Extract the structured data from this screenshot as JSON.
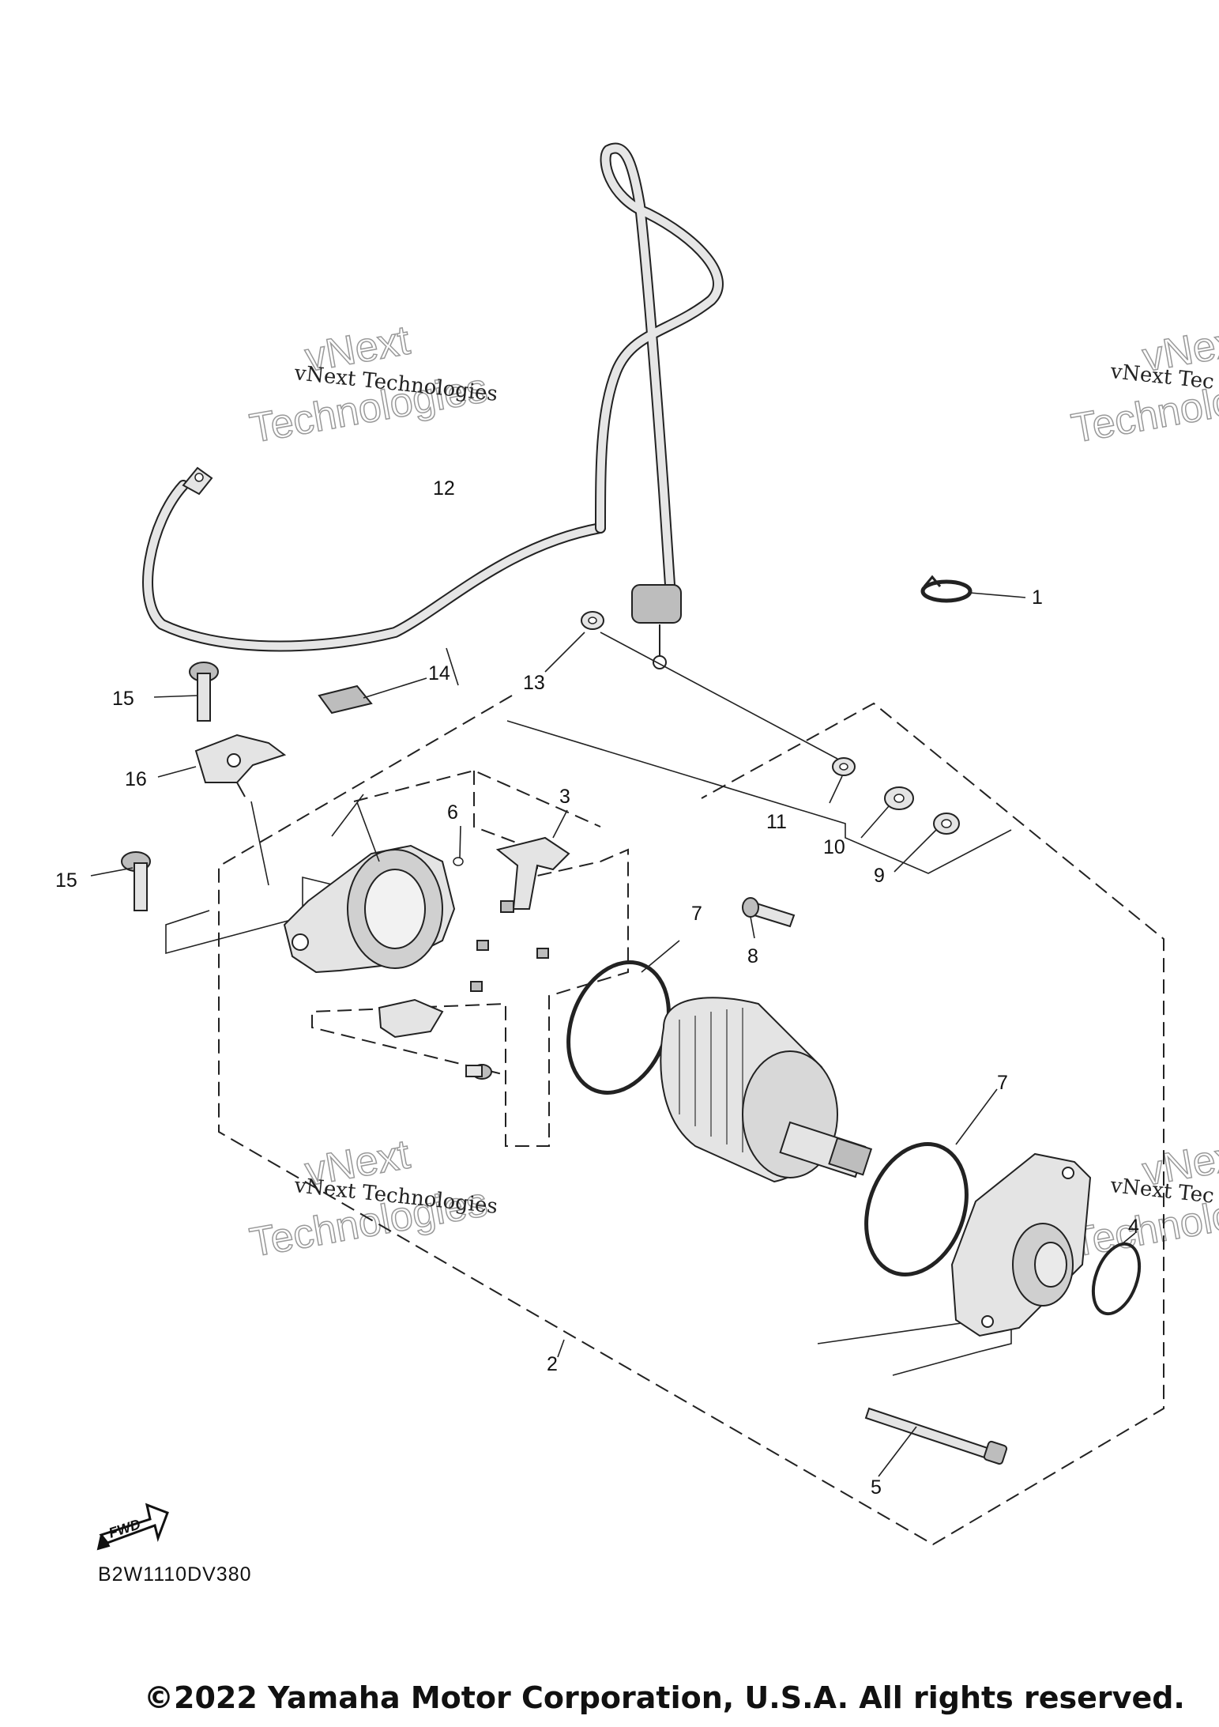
{
  "callouts": [
    "1",
    "2",
    "3",
    "4",
    "5",
    "6",
    "7",
    "7",
    "8",
    "9",
    "10",
    "11",
    "12",
    "13",
    "14",
    "15",
    "15",
    "16"
  ],
  "watermark": {
    "line1": "vNext Technologies",
    "line2": "vNext",
    "line3": "Technologies",
    "line1_cut": "vNext Tec",
    "line2_cut": "vNext",
    "line3_cut": "Technolo"
  },
  "fwd_label": "FWD",
  "diagram_code": "B2W1110DV380",
  "copyright": "©2022 Yamaha Motor Corporation, U.S.A. All rights reserved."
}
